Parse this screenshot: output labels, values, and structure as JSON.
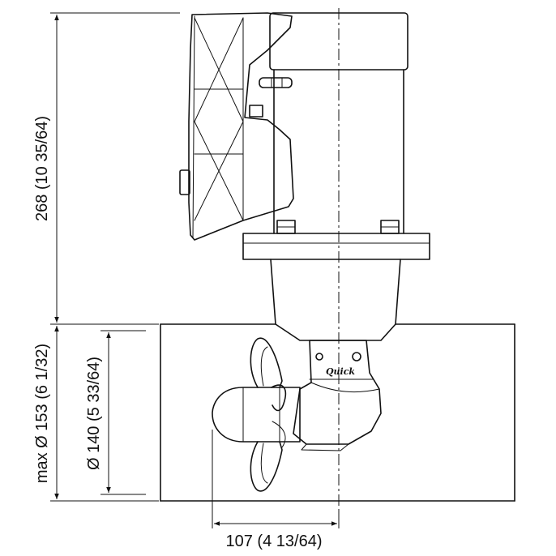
{
  "colors": {
    "line": "#111111",
    "background": "#ffffff"
  },
  "dimensions": {
    "height_label": "268 (10 35/64)",
    "tunnel_outer_label": "max Ø 153 (6 1/32)",
    "tunnel_inner_label": "Ø 140 (5 33/64)",
    "offset_label": "107 (4 13/64)"
  },
  "brand": {
    "logo_text": "Quick"
  }
}
